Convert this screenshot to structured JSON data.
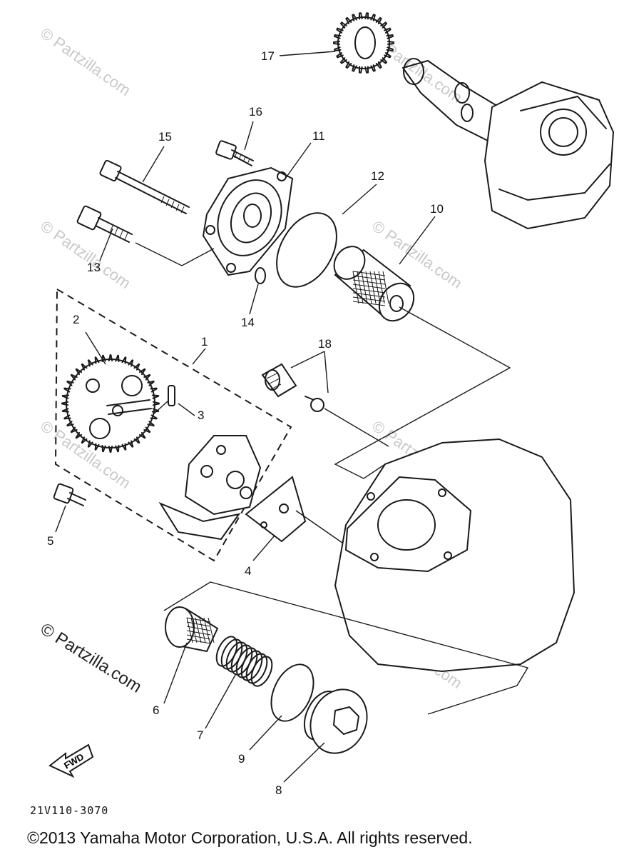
{
  "diagram": {
    "callouts": [
      "1",
      "2",
      "3",
      "4",
      "5",
      "6",
      "7",
      "8",
      "9",
      "10",
      "11",
      "12",
      "13",
      "14",
      "15",
      "16",
      "17",
      "18"
    ],
    "watermark": "© Partzilla.com",
    "fwd_label": "FWD",
    "code": "21V110-3070",
    "copyright": "©2013 Yamaha Motor Corporation, U.S.A. All rights reserved."
  }
}
